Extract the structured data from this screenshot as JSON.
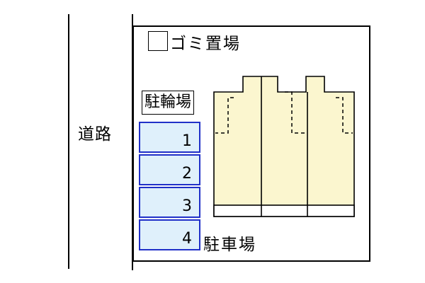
{
  "road": {
    "label": "道路"
  },
  "trash": {
    "label": "ゴミ置場"
  },
  "bicycle_parking": {
    "label": "駐輪場"
  },
  "parking": {
    "label": "駐車場",
    "slots": [
      "1",
      "2",
      "3",
      "4"
    ]
  },
  "building": {
    "units": 3
  },
  "colors": {
    "unit_fill": "#fbf6cf",
    "slot_fill": "#dff0fb",
    "slot_border": "#2030c8",
    "line": "#000000"
  }
}
